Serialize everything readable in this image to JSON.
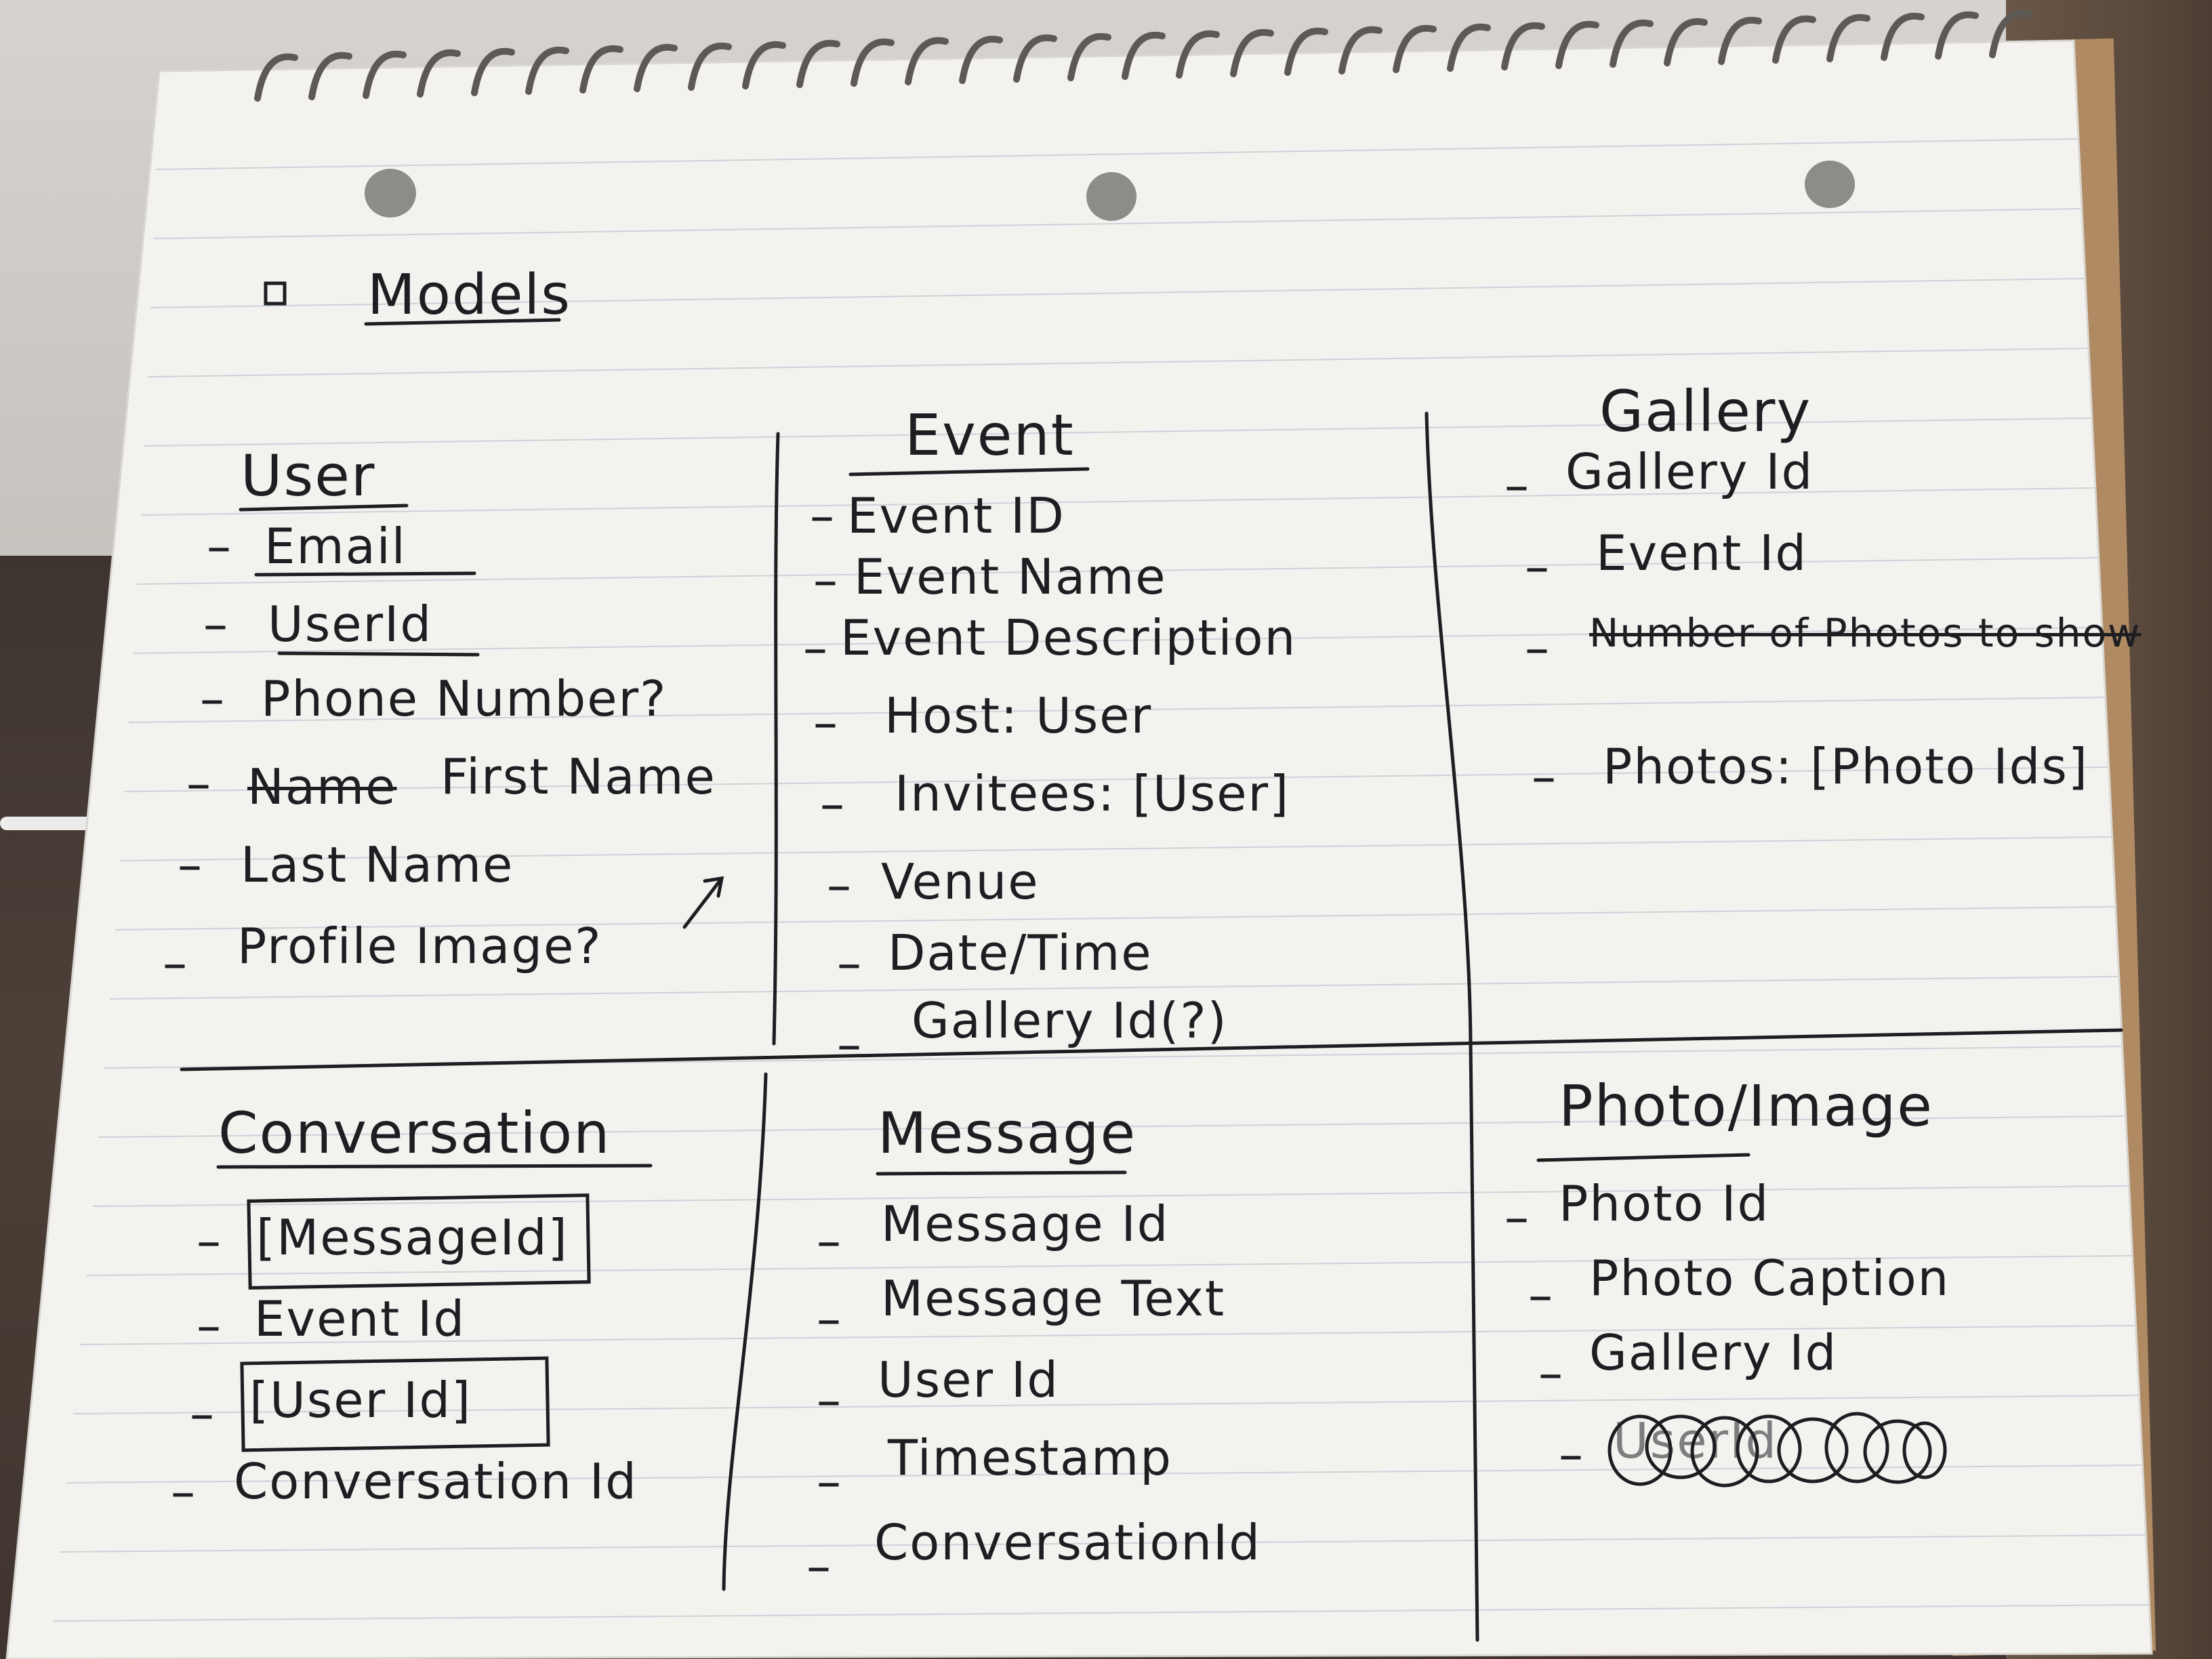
{
  "title": "Models",
  "user": {
    "heading": "User",
    "fields": [
      "Email",
      "UserId",
      "Phone Number?",
      "First Name",
      "Last Name",
      "Profile Image?"
    ],
    "struck_word": "Name"
  },
  "event": {
    "heading": "Event",
    "fields": [
      "Event ID",
      "Event Name",
      "Event Description",
      "Host: User",
      "Invitees: [User]",
      "Venue",
      "Date/Time",
      "Gallery Id(?)"
    ]
  },
  "gallery": {
    "heading": "Gallery",
    "fields": [
      "Gallery Id",
      "Event Id",
      "Photos: [Photo Ids]"
    ],
    "struck_field": "Number of Photos to show"
  },
  "conversation": {
    "heading": "Conversation",
    "fields": [
      "[MessageId]",
      "Event Id",
      "[User Id]",
      "Conversation Id"
    ]
  },
  "message": {
    "heading": "Message",
    "fields": [
      "Message Id",
      "Message Text",
      "User Id",
      "Timestamp",
      "ConversationId"
    ]
  },
  "photo": {
    "heading": "Photo/Image",
    "fields": [
      "Photo Id",
      "Photo Caption",
      "Gallery Id"
    ],
    "scribbled_field": "UserId"
  }
}
